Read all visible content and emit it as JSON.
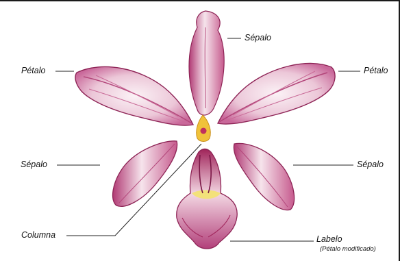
{
  "labels": {
    "sepal_top": "Sépalo",
    "petal_left": "Pétalo",
    "petal_right": "Pétalo",
    "sepal_left": "Sépalo",
    "sepal_right": "Sépalo",
    "column": "Columna",
    "labellum": "Labelo",
    "labellum_note": "(Pétalo modificado)"
  },
  "colors": {
    "petal_fill": "#f2dbe6",
    "petal_vein": "#b3467a",
    "petal_edge": "#8e2456",
    "labellum_dark": "#9a1f52",
    "column_yellow": "#f0c23a",
    "leader_line": "#222222"
  }
}
